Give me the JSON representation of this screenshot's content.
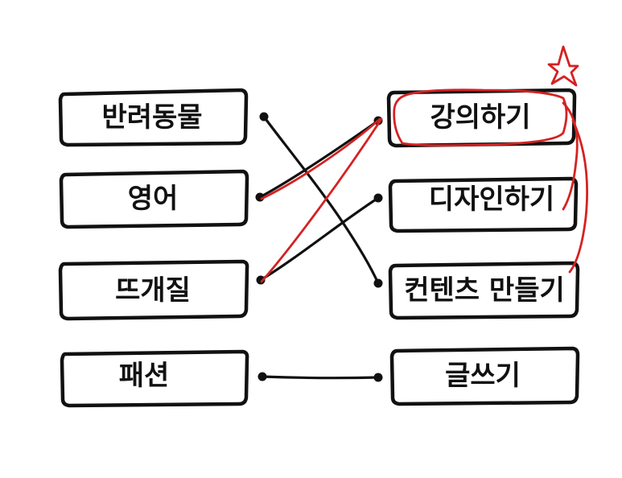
{
  "left_items": [
    {
      "label": "반려동물"
    },
    {
      "label": "영어"
    },
    {
      "label": "뜨개질"
    },
    {
      "label": "패션"
    }
  ],
  "right_items": [
    {
      "label": "강의하기"
    },
    {
      "label": "디자인하기"
    },
    {
      "label": "컨텐츠 만들기"
    },
    {
      "label": "글쓰기"
    }
  ],
  "connections": [
    {
      "from": "반려동물",
      "to": "컨텐츠 만들기",
      "color": "black"
    },
    {
      "from": "영어",
      "to": "강의하기",
      "color": "black"
    },
    {
      "from": "뜨개질",
      "to": "디자인하기",
      "color": "black"
    },
    {
      "from": "패션",
      "to": "글쓰기",
      "color": "black"
    },
    {
      "from": "영어",
      "to": "강의하기",
      "color": "red"
    },
    {
      "from": "뜨개질",
      "to": "강의하기",
      "color": "red"
    }
  ],
  "highlight": {
    "item": "강의하기",
    "color": "#d42222",
    "mark": "star-icon"
  },
  "colors": {
    "ink": "#111111",
    "annotation": "#d42222",
    "background": "#ffffff"
  }
}
